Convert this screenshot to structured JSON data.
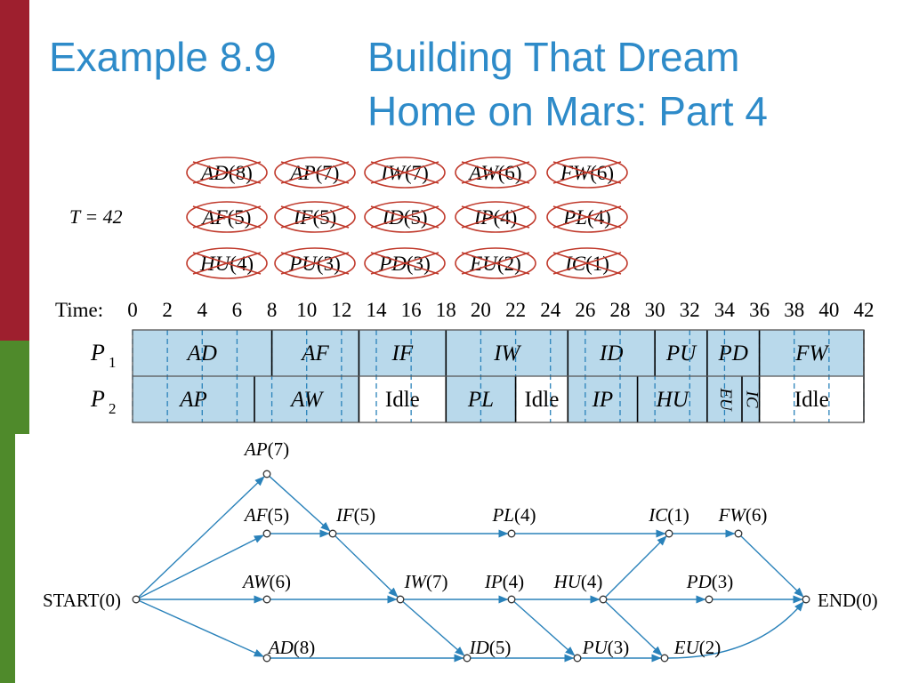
{
  "slide": {
    "title_label": "Example 8.9",
    "title_line1": "Building That Dream",
    "title_line2": "Home on Mars: Part 4",
    "colors": {
      "red_bar": "#9e1f2e",
      "green_bar": "#4f8a2b",
      "title": "#2e8bc9",
      "gantt_fill": "#b9d9eb",
      "network": "#2a82ba",
      "cross": "#c0392b"
    }
  },
  "priority_list": {
    "t_label": "T = 42",
    "rows": [
      [
        "AD(8)",
        "AP(7)",
        "IW(7)",
        "AW(6)",
        "FW(6)"
      ],
      [
        "AF(5)",
        "IF(5)",
        "ID(5)",
        "IP(4)",
        "PL(4)"
      ],
      [
        "HU(4)",
        "PU(3)",
        "PD(3)",
        "EU(2)",
        "IC(1)"
      ]
    ]
  },
  "gantt": {
    "time_label": "Time:",
    "ticks": [
      "0",
      "2",
      "4",
      "6",
      "8",
      "10",
      "12",
      "14",
      "16",
      "18",
      "20",
      "22",
      "24",
      "26",
      "28",
      "30",
      "32",
      "34",
      "36",
      "38",
      "40",
      "42"
    ],
    "processors": [
      {
        "name": "P",
        "sub": "1",
        "tasks": [
          {
            "label": "AD",
            "start": 0,
            "end": 8,
            "idle": false
          },
          {
            "label": "AF",
            "start": 8,
            "end": 13,
            "idle": false
          },
          {
            "label": "IF",
            "start": 13,
            "end": 18,
            "idle": false
          },
          {
            "label": "IW",
            "start": 18,
            "end": 25,
            "idle": false
          },
          {
            "label": "ID",
            "start": 25,
            "end": 30,
            "idle": false
          },
          {
            "label": "PU",
            "start": 30,
            "end": 33,
            "idle": false
          },
          {
            "label": "PD",
            "start": 33,
            "end": 36,
            "idle": false
          },
          {
            "label": "FW",
            "start": 36,
            "end": 42,
            "idle": false
          }
        ]
      },
      {
        "name": "P",
        "sub": "2",
        "tasks": [
          {
            "label": "AP",
            "start": 0,
            "end": 7,
            "idle": false
          },
          {
            "label": "AW",
            "start": 7,
            "end": 13,
            "idle": false
          },
          {
            "label": "Idle",
            "start": 13,
            "end": 18,
            "idle": true
          },
          {
            "label": "PL",
            "start": 18,
            "end": 22,
            "idle": false
          },
          {
            "label": "Idle",
            "start": 22,
            "end": 25,
            "idle": true
          },
          {
            "label": "IP",
            "start": 25,
            "end": 29,
            "idle": false
          },
          {
            "label": "HU",
            "start": 29,
            "end": 33,
            "idle": false
          },
          {
            "label": "EU",
            "start": 33,
            "end": 35,
            "idle": false,
            "vertical": true
          },
          {
            "label": "IC",
            "start": 35,
            "end": 36,
            "idle": false,
            "vertical": true
          },
          {
            "label": "Idle",
            "start": 36,
            "end": 42,
            "idle": true
          }
        ]
      }
    ]
  },
  "network": {
    "nodes": [
      {
        "id": "start",
        "label": "START(0)"
      },
      {
        "id": "ap",
        "label": "AP(7)"
      },
      {
        "id": "af",
        "label": "AF(5)"
      },
      {
        "id": "if",
        "label": "IF(5)"
      },
      {
        "id": "pl",
        "label": "PL(4)"
      },
      {
        "id": "ic",
        "label": "IC(1)"
      },
      {
        "id": "fw",
        "label": "FW(6)"
      },
      {
        "id": "aw",
        "label": "AW(6)"
      },
      {
        "id": "iw",
        "label": "IW(7)"
      },
      {
        "id": "ip",
        "label": "IP(4)"
      },
      {
        "id": "hu",
        "label": "HU(4)"
      },
      {
        "id": "pd",
        "label": "PD(3)"
      },
      {
        "id": "end",
        "label": "END(0)"
      },
      {
        "id": "ad",
        "label": "AD(8)"
      },
      {
        "id": "id",
        "label": "ID(5)"
      },
      {
        "id": "pu",
        "label": "PU(3)"
      },
      {
        "id": "eu",
        "label": "EU(2)"
      }
    ],
    "edges": [
      [
        "start",
        "ap"
      ],
      [
        "start",
        "af"
      ],
      [
        "start",
        "aw"
      ],
      [
        "start",
        "ad"
      ],
      [
        "ap",
        "if"
      ],
      [
        "af",
        "if"
      ],
      [
        "if",
        "pl"
      ],
      [
        "if",
        "iw"
      ],
      [
        "pl",
        "ic"
      ],
      [
        "ic",
        "fw"
      ],
      [
        "fw",
        "end"
      ],
      [
        "aw",
        "iw"
      ],
      [
        "iw",
        "ip"
      ],
      [
        "iw",
        "id"
      ],
      [
        "ip",
        "hu"
      ],
      [
        "ip",
        "pu"
      ],
      [
        "hu",
        "ic"
      ],
      [
        "hu",
        "pd"
      ],
      [
        "hu",
        "eu"
      ],
      [
        "pd",
        "end"
      ],
      [
        "ad",
        "id"
      ],
      [
        "id",
        "pu"
      ],
      [
        "pu",
        "eu"
      ],
      [
        "eu",
        "end"
      ]
    ]
  }
}
